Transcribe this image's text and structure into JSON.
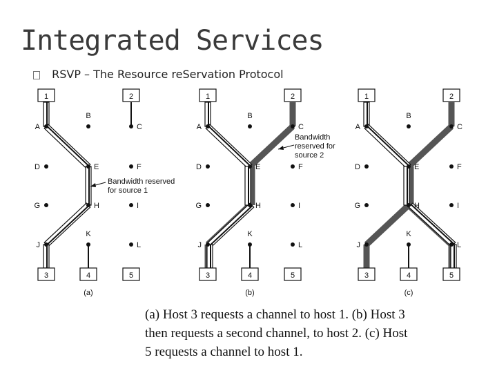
{
  "title": "Integrated Services",
  "bullet": {
    "icon": "square-bullet-icon",
    "text": "RSVP – The Resource reServation Protocol"
  },
  "diagram": {
    "panels": [
      {
        "label": "(a)",
        "annotation": [
          "Bandwidth reserved",
          "for source 1"
        ]
      },
      {
        "label": "(b)",
        "annotation": [
          "Bandwidth",
          "reserved for",
          "source 2"
        ]
      },
      {
        "label": "(c)",
        "annotation": []
      }
    ],
    "routers": [
      "A",
      "B",
      "C",
      "D",
      "E",
      "F",
      "G",
      "H",
      "I",
      "J",
      "K",
      "L"
    ],
    "top_hosts": [
      "1",
      "2"
    ],
    "bottom_hosts": [
      "3",
      "4",
      "5"
    ]
  },
  "caption": {
    "line1": "(a) Host 3 requests a channel to host 1. (b) Host 3",
    "line2": "then requests a second channel, to host 2. (c) Host",
    "line3": "5 requests a channel to host 1."
  }
}
